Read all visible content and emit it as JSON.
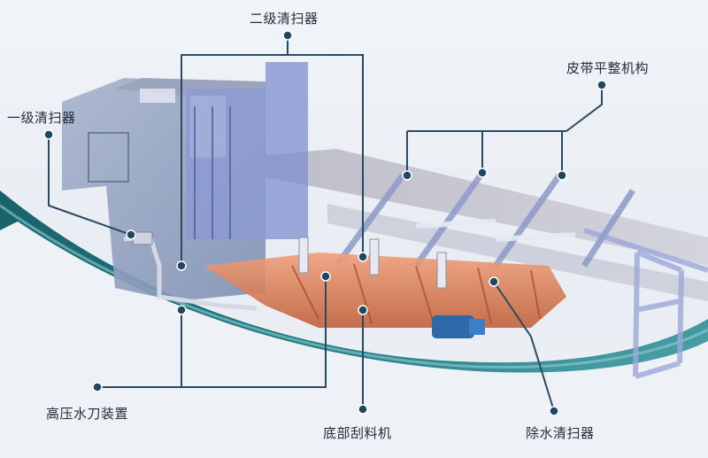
{
  "labels": {
    "secondary_cleaner": "二级清扫器",
    "primary_cleaner": "一级清扫器",
    "belt_leveling": "皮带平整机构",
    "water_jet": "高压水刀装置",
    "bottom_scraper": "底部刮料机",
    "dewater_cleaner": "除水清扫器"
  },
  "colors": {
    "callout_line": "#2a4a63",
    "dot": "#1e4763",
    "teal_band": "#12636a",
    "housing": "#8ea0bf",
    "frame": "#9aa6d6",
    "scraper_copper": "#d27a52",
    "motor": "#2f6aa8"
  }
}
